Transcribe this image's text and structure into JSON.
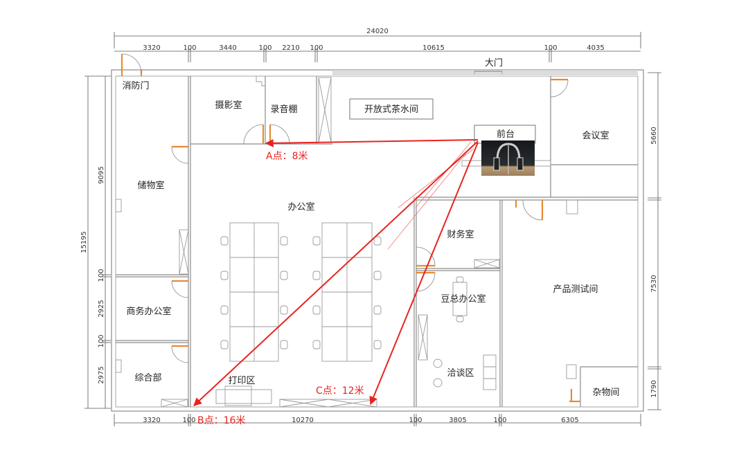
{
  "dimensions": {
    "top_total": "24020",
    "top": [
      "3320",
      "100",
      "3440",
      "100",
      "2210",
      "100",
      "10615",
      "100",
      "4035"
    ],
    "bottom": [
      "3320",
      "100",
      "10270",
      "100",
      "3805",
      "100",
      "6305"
    ],
    "left_total": "15195",
    "left": [
      "9095",
      "100",
      "2925",
      "100",
      "2975"
    ],
    "right": [
      "5660",
      "7530",
      "1790"
    ]
  },
  "rooms": {
    "fire_door": "消防门",
    "main_gate": "大门",
    "photo": "摄影室",
    "recording": "录音棚",
    "pantry": "开放式茶水间",
    "reception": "前台",
    "meeting": "会议室",
    "storage": "储物室",
    "office": "办公室",
    "business": "商务办公室",
    "general": "综合部",
    "print": "打印区",
    "finance": "财务室",
    "boss": "豆总办公室",
    "talk": "洽谈区",
    "test": "产品测试间",
    "misc": "杂物间"
  },
  "points": {
    "a": "A点：8米",
    "b": "B点：16米",
    "c": "C点：12米"
  },
  "colors": {
    "marker": "#e8231f",
    "door": "#e8892e"
  }
}
